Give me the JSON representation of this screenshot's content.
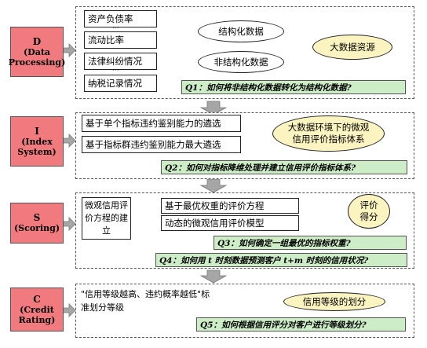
{
  "stages": [
    {
      "letter": "D",
      "name": "(Data Processing)"
    },
    {
      "letter": "I",
      "name": "(Index System)"
    },
    {
      "letter": "S",
      "name": "(Scoring)"
    },
    {
      "letter": "C",
      "name": "(Credit Rating)"
    }
  ],
  "d": {
    "inputs": [
      "资产负债率",
      "流动比率",
      "法律纠纷情况",
      "纳税记录情况"
    ],
    "ellipsis": "···",
    "structured": "结构化数据",
    "unstructured": "非结构化数据",
    "bigdata": "大数据资源",
    "q": "Q1：如何将非结构化数据转化为结构化数据?"
  },
  "i": {
    "inputs": [
      "基于单个指标违约鉴别能力的遴选",
      "基于指标群违约鉴别能力最大遴选"
    ],
    "result": "大数据环境下的微观信用评价指标体系",
    "q": "Q2：如何对指标降维处理并建立信用评价指标体系?"
  },
  "s": {
    "left": "微观信用评价方程的建立",
    "inputs": [
      "基于最优权重的评价方程",
      "动态的微观信用评价模型"
    ],
    "result": "评价得分",
    "q3": "Q3：如何确定一组最优的指标权重?",
    "q4": "Q4：如何用 t 时刻数据预测客户 t+m 时刻的信用状况?"
  },
  "c": {
    "left": "\"信用等级越高、违约概率越低\"标准划分等级",
    "result": "信用等级的划分",
    "q": "Q5：如何根据信用评分对客户进行等级划分?"
  },
  "colors": {
    "stage": "#f07a7e",
    "question": "#ccedc6",
    "highlight": "#fbf3c0",
    "flow_arrow": "#999999"
  }
}
